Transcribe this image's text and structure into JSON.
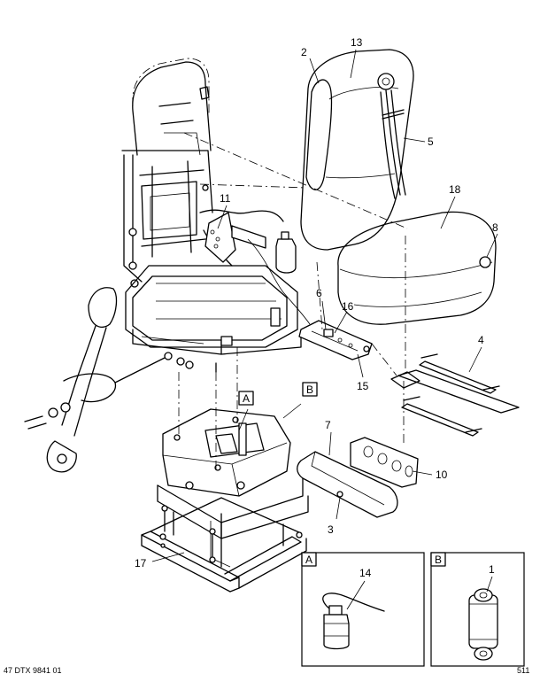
{
  "callouts": {
    "c1": "1",
    "c2": "2",
    "c3": "3",
    "c4": "4",
    "c5": "5",
    "c6": "6",
    "c7": "7",
    "c8": "8",
    "c10": "10",
    "c11": "11",
    "c13": "13",
    "c14": "14",
    "c15": "15",
    "c16": "16",
    "c17": "17",
    "c18": "18"
  },
  "view_refs": {
    "a": "A",
    "b": "B"
  },
  "detail_views": {
    "a": "A",
    "b": "B"
  },
  "footer": {
    "left": "47 DTX 9841 01",
    "right": "511"
  }
}
